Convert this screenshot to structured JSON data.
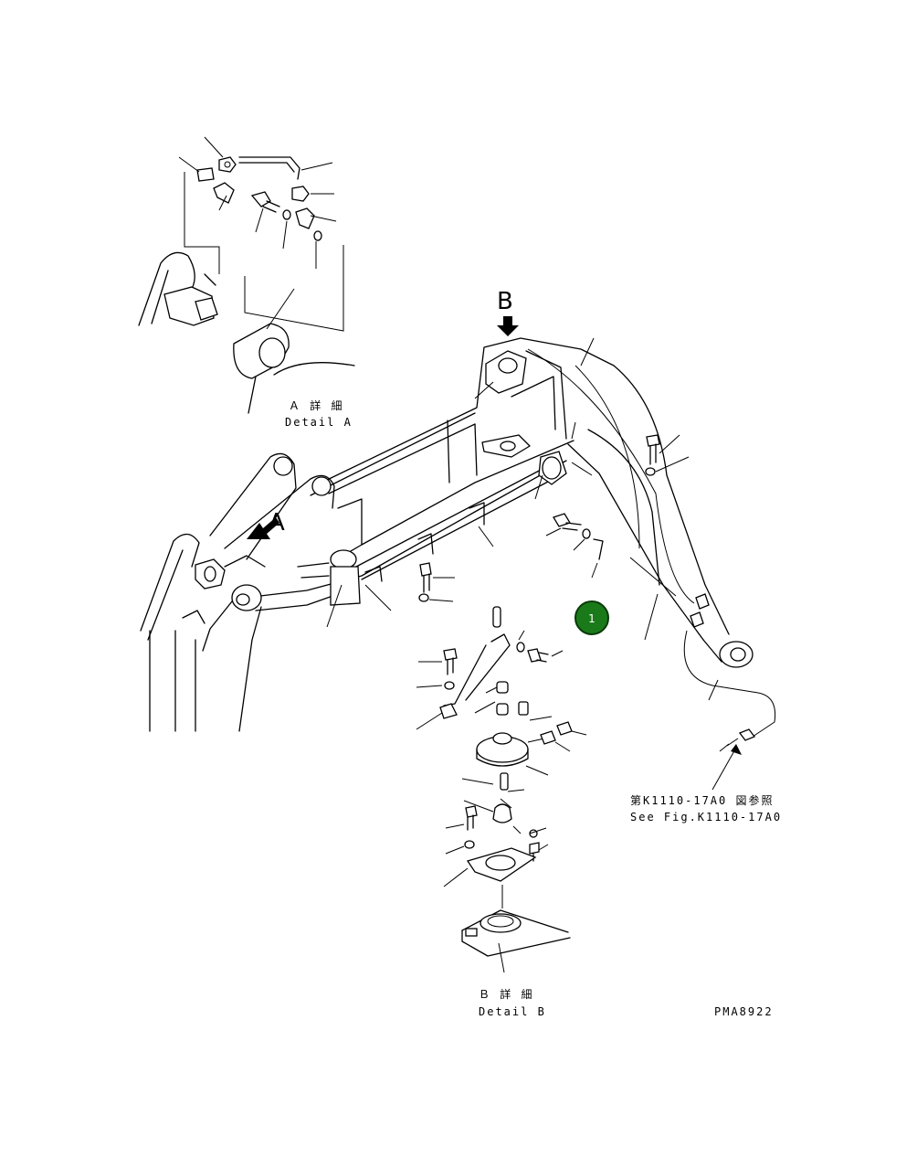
{
  "diagram": {
    "detail_a": {
      "title_jp": "Ａ 詳 細",
      "title_en": "Detail A"
    },
    "detail_b": {
      "title_jp": "Ｂ 詳 細",
      "title_en": "Detail B"
    },
    "view_labels": {
      "a": "A",
      "b": "B"
    },
    "reference": {
      "jp": "第K1110-17A0 図参照",
      "en": "See Fig.K1110-17A0"
    },
    "drawing_number": "PMA8922",
    "callout": {
      "number": "1",
      "color": "#1a7a1a",
      "border": "#0a3a0a"
    }
  }
}
